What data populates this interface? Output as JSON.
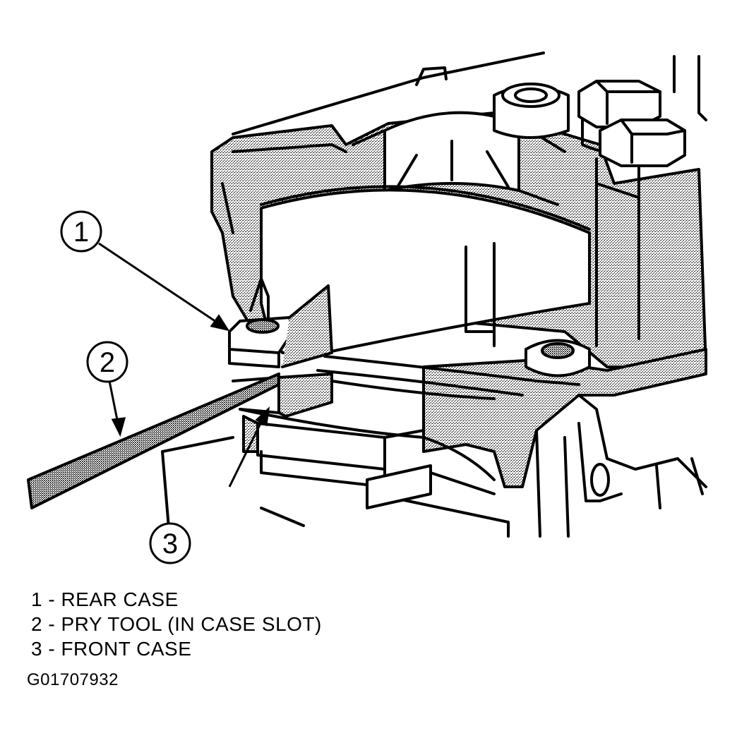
{
  "callouts": [
    {
      "number": "1",
      "label": "REAR CASE"
    },
    {
      "number": "2",
      "label": "PRY TOOL (IN CASE SLOT)"
    },
    {
      "number": "3",
      "label": "FRONT CASE"
    }
  ],
  "legend": [
    "1 - REAR CASE",
    "2 - PRY TOOL (IN CASE SLOT)",
    "3 - FRONT CASE"
  ],
  "figure_id": "G01707932",
  "colors": {
    "ink": "#000000",
    "paper": "#ffffff",
    "shade": "#9a9a9a"
  }
}
